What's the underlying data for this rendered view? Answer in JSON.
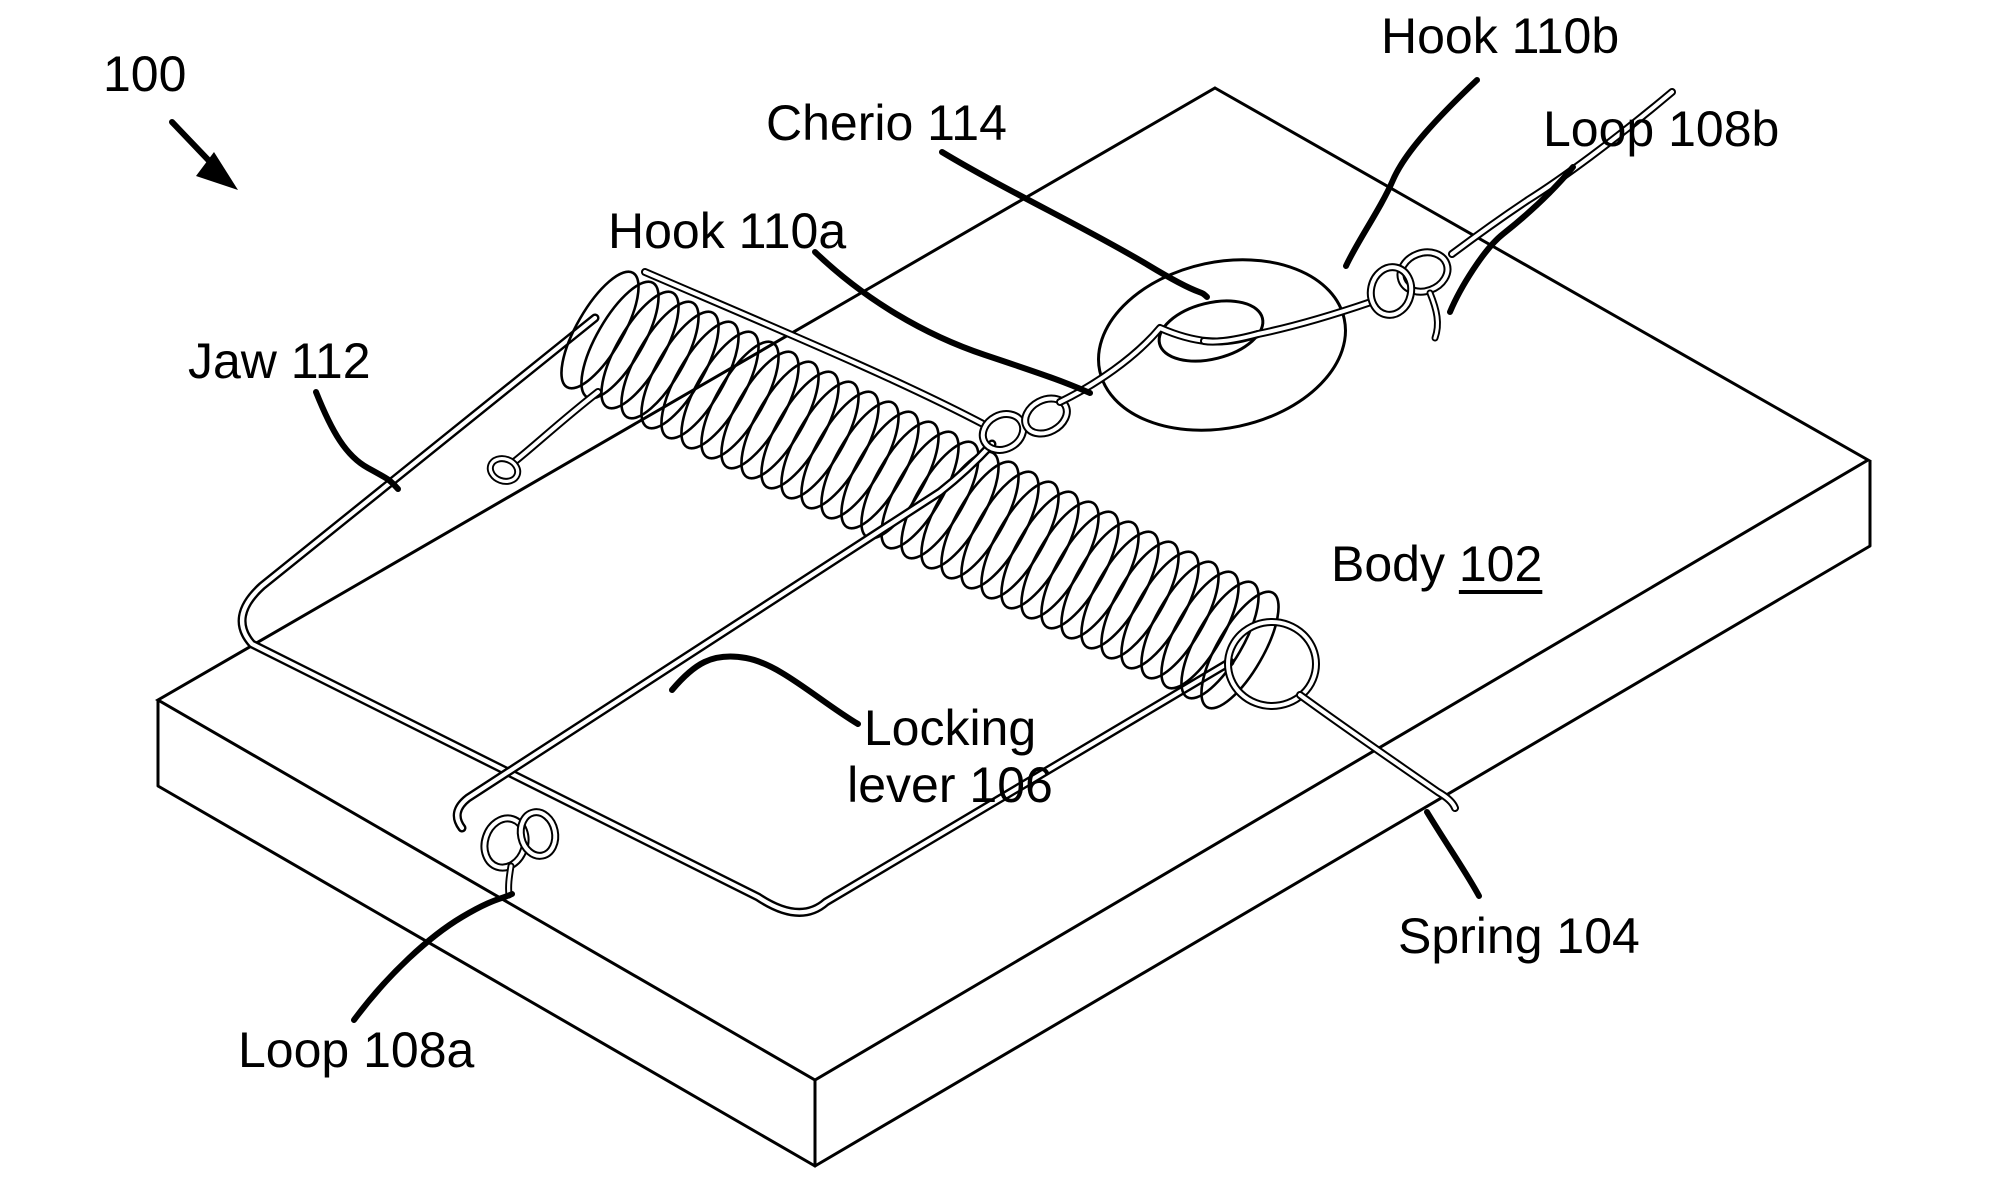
{
  "figure": {
    "colors": {
      "ink": "#000000",
      "paper": "#ffffff"
    },
    "reference_number": "100",
    "labels": {
      "ref100": "100",
      "hook_110b": "Hook 110b",
      "loop_108b": "Loop 108b",
      "cherio_114": "Cherio 114",
      "hook_110a": "Hook 110a",
      "jaw_112": "Jaw 112",
      "body_word": "Body",
      "body_number": "102",
      "locking_lever_line1": "Locking",
      "locking_lever_line2": "lever 106",
      "spring_104": "Spring 104",
      "loop_108a": "Loop 108a"
    }
  }
}
